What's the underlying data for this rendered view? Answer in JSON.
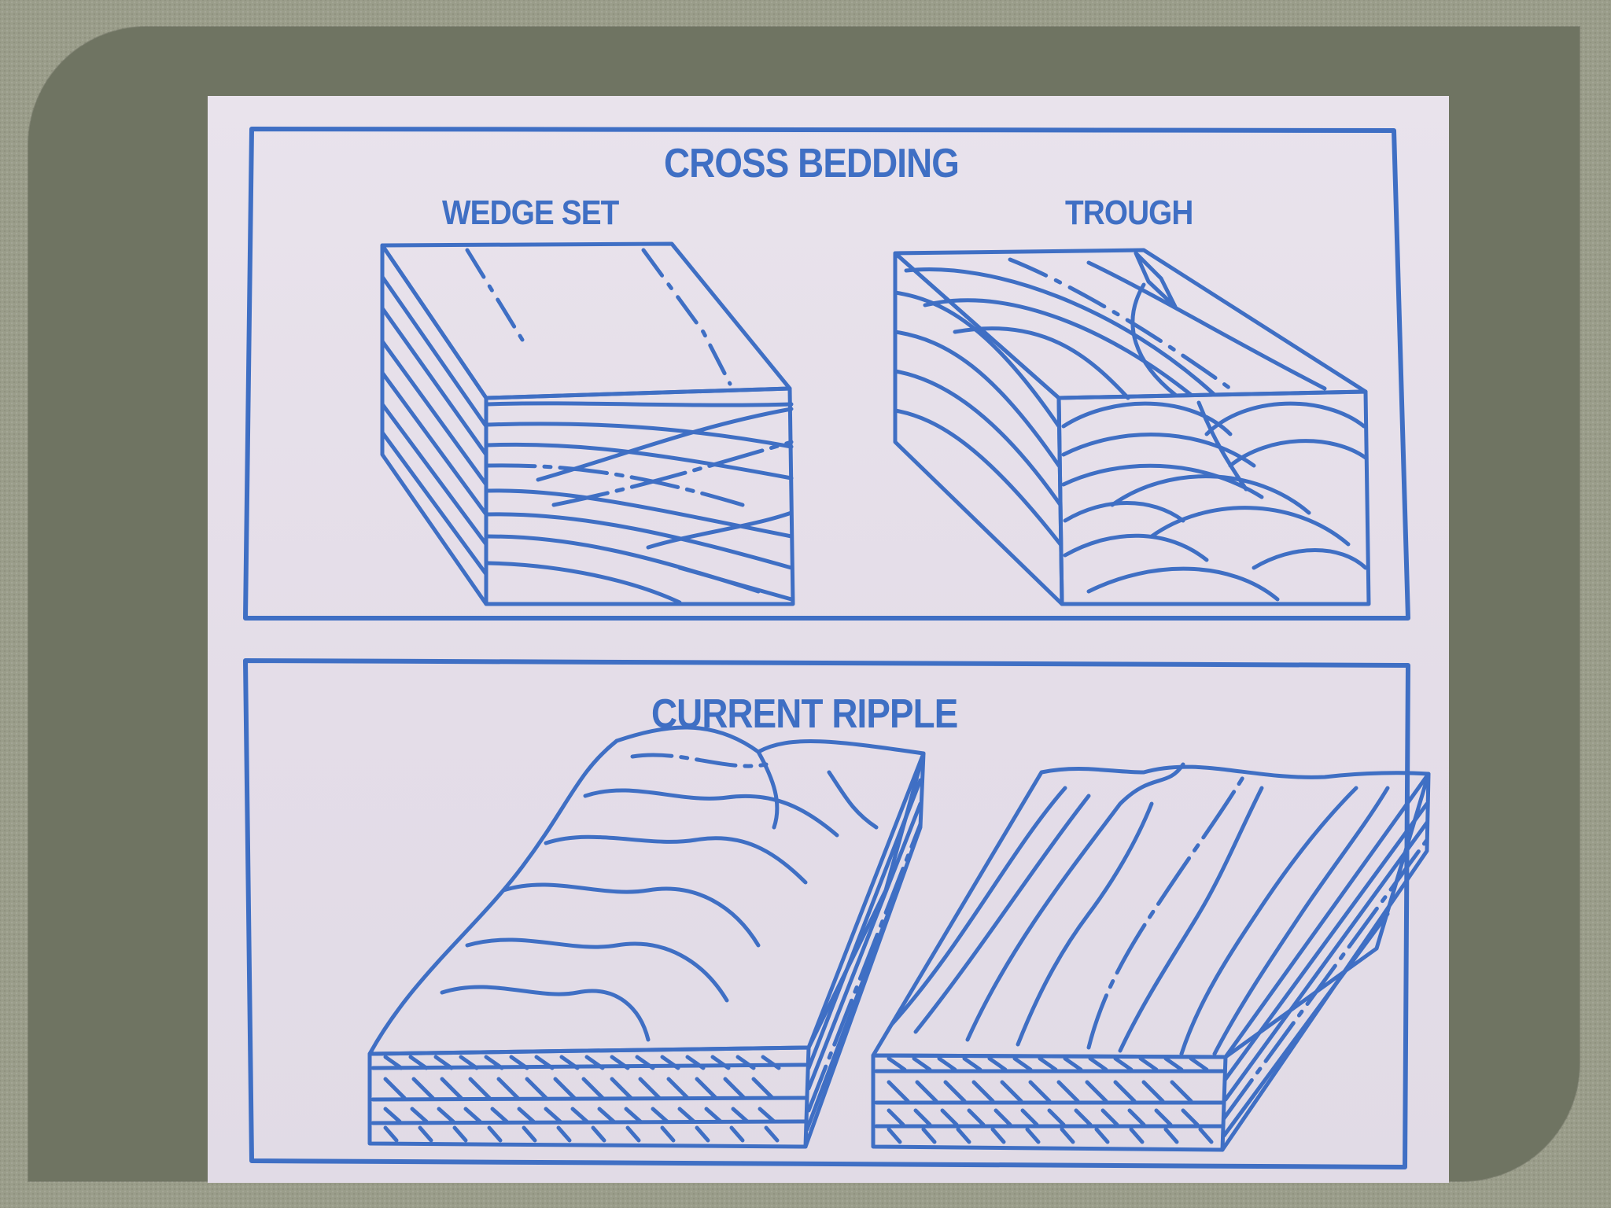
{
  "colors": {
    "ink": "#3f6fc4",
    "paper": "#e6e0ea",
    "slide_frame": "#6f7462",
    "slide_background": "#9a9d8a"
  },
  "cross_bedding": {
    "title": "CROSS BEDDING",
    "wedge_label": "WEDGE SET",
    "trough_label": "TROUGH"
  },
  "current_ripple": {
    "title": "CURRENT RIPPLE"
  }
}
